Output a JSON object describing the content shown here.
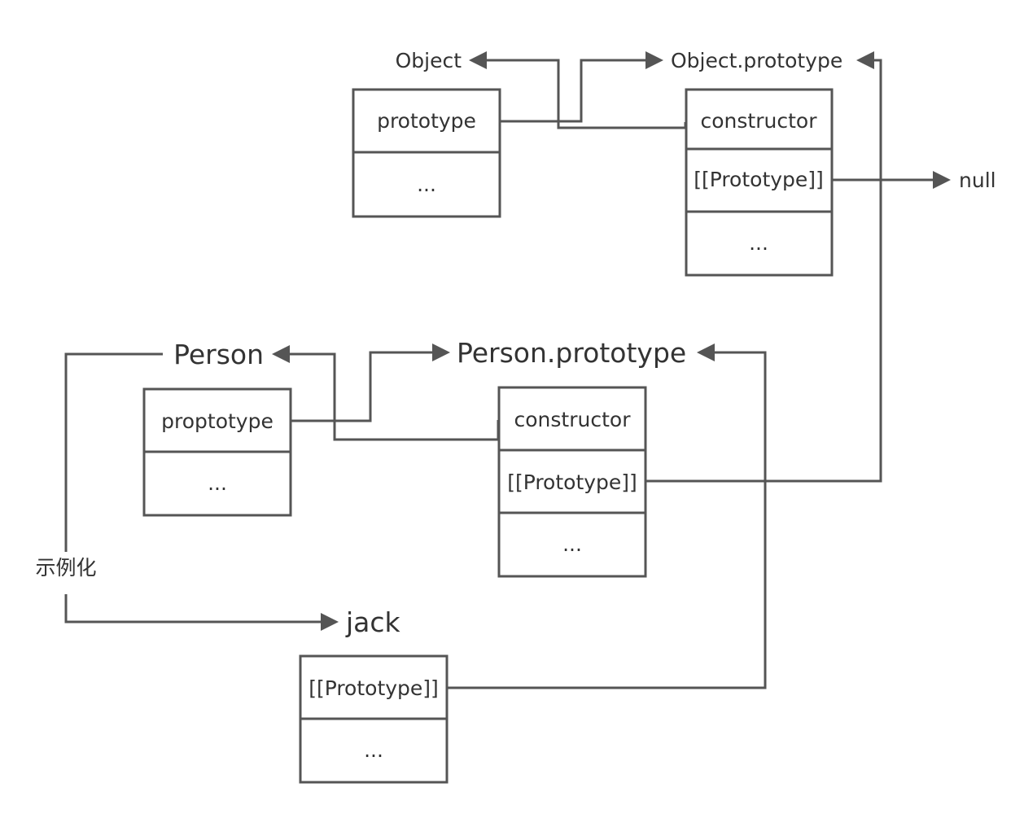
{
  "labels": {
    "object": "Object",
    "object_prototype": "Object.prototype",
    "null": "null",
    "person": "Person",
    "person_prototype": "Person.prototype",
    "instantiate": "示例化",
    "jack": "jack"
  },
  "object_box": {
    "cells": [
      "prototype",
      "..."
    ]
  },
  "object_prototype_box": {
    "cells": [
      "constructor",
      "[[Prototype]]",
      "..."
    ]
  },
  "person_box": {
    "cells": [
      "proptotype",
      "..."
    ]
  },
  "person_prototype_box": {
    "cells": [
      "constructor",
      "[[Prototype]]",
      "..."
    ]
  },
  "jack_box": {
    "cells": [
      "[[Prototype]]",
      "..."
    ]
  },
  "colors": {
    "stroke": "#555555",
    "text": "#333333",
    "background": "#ffffff"
  }
}
